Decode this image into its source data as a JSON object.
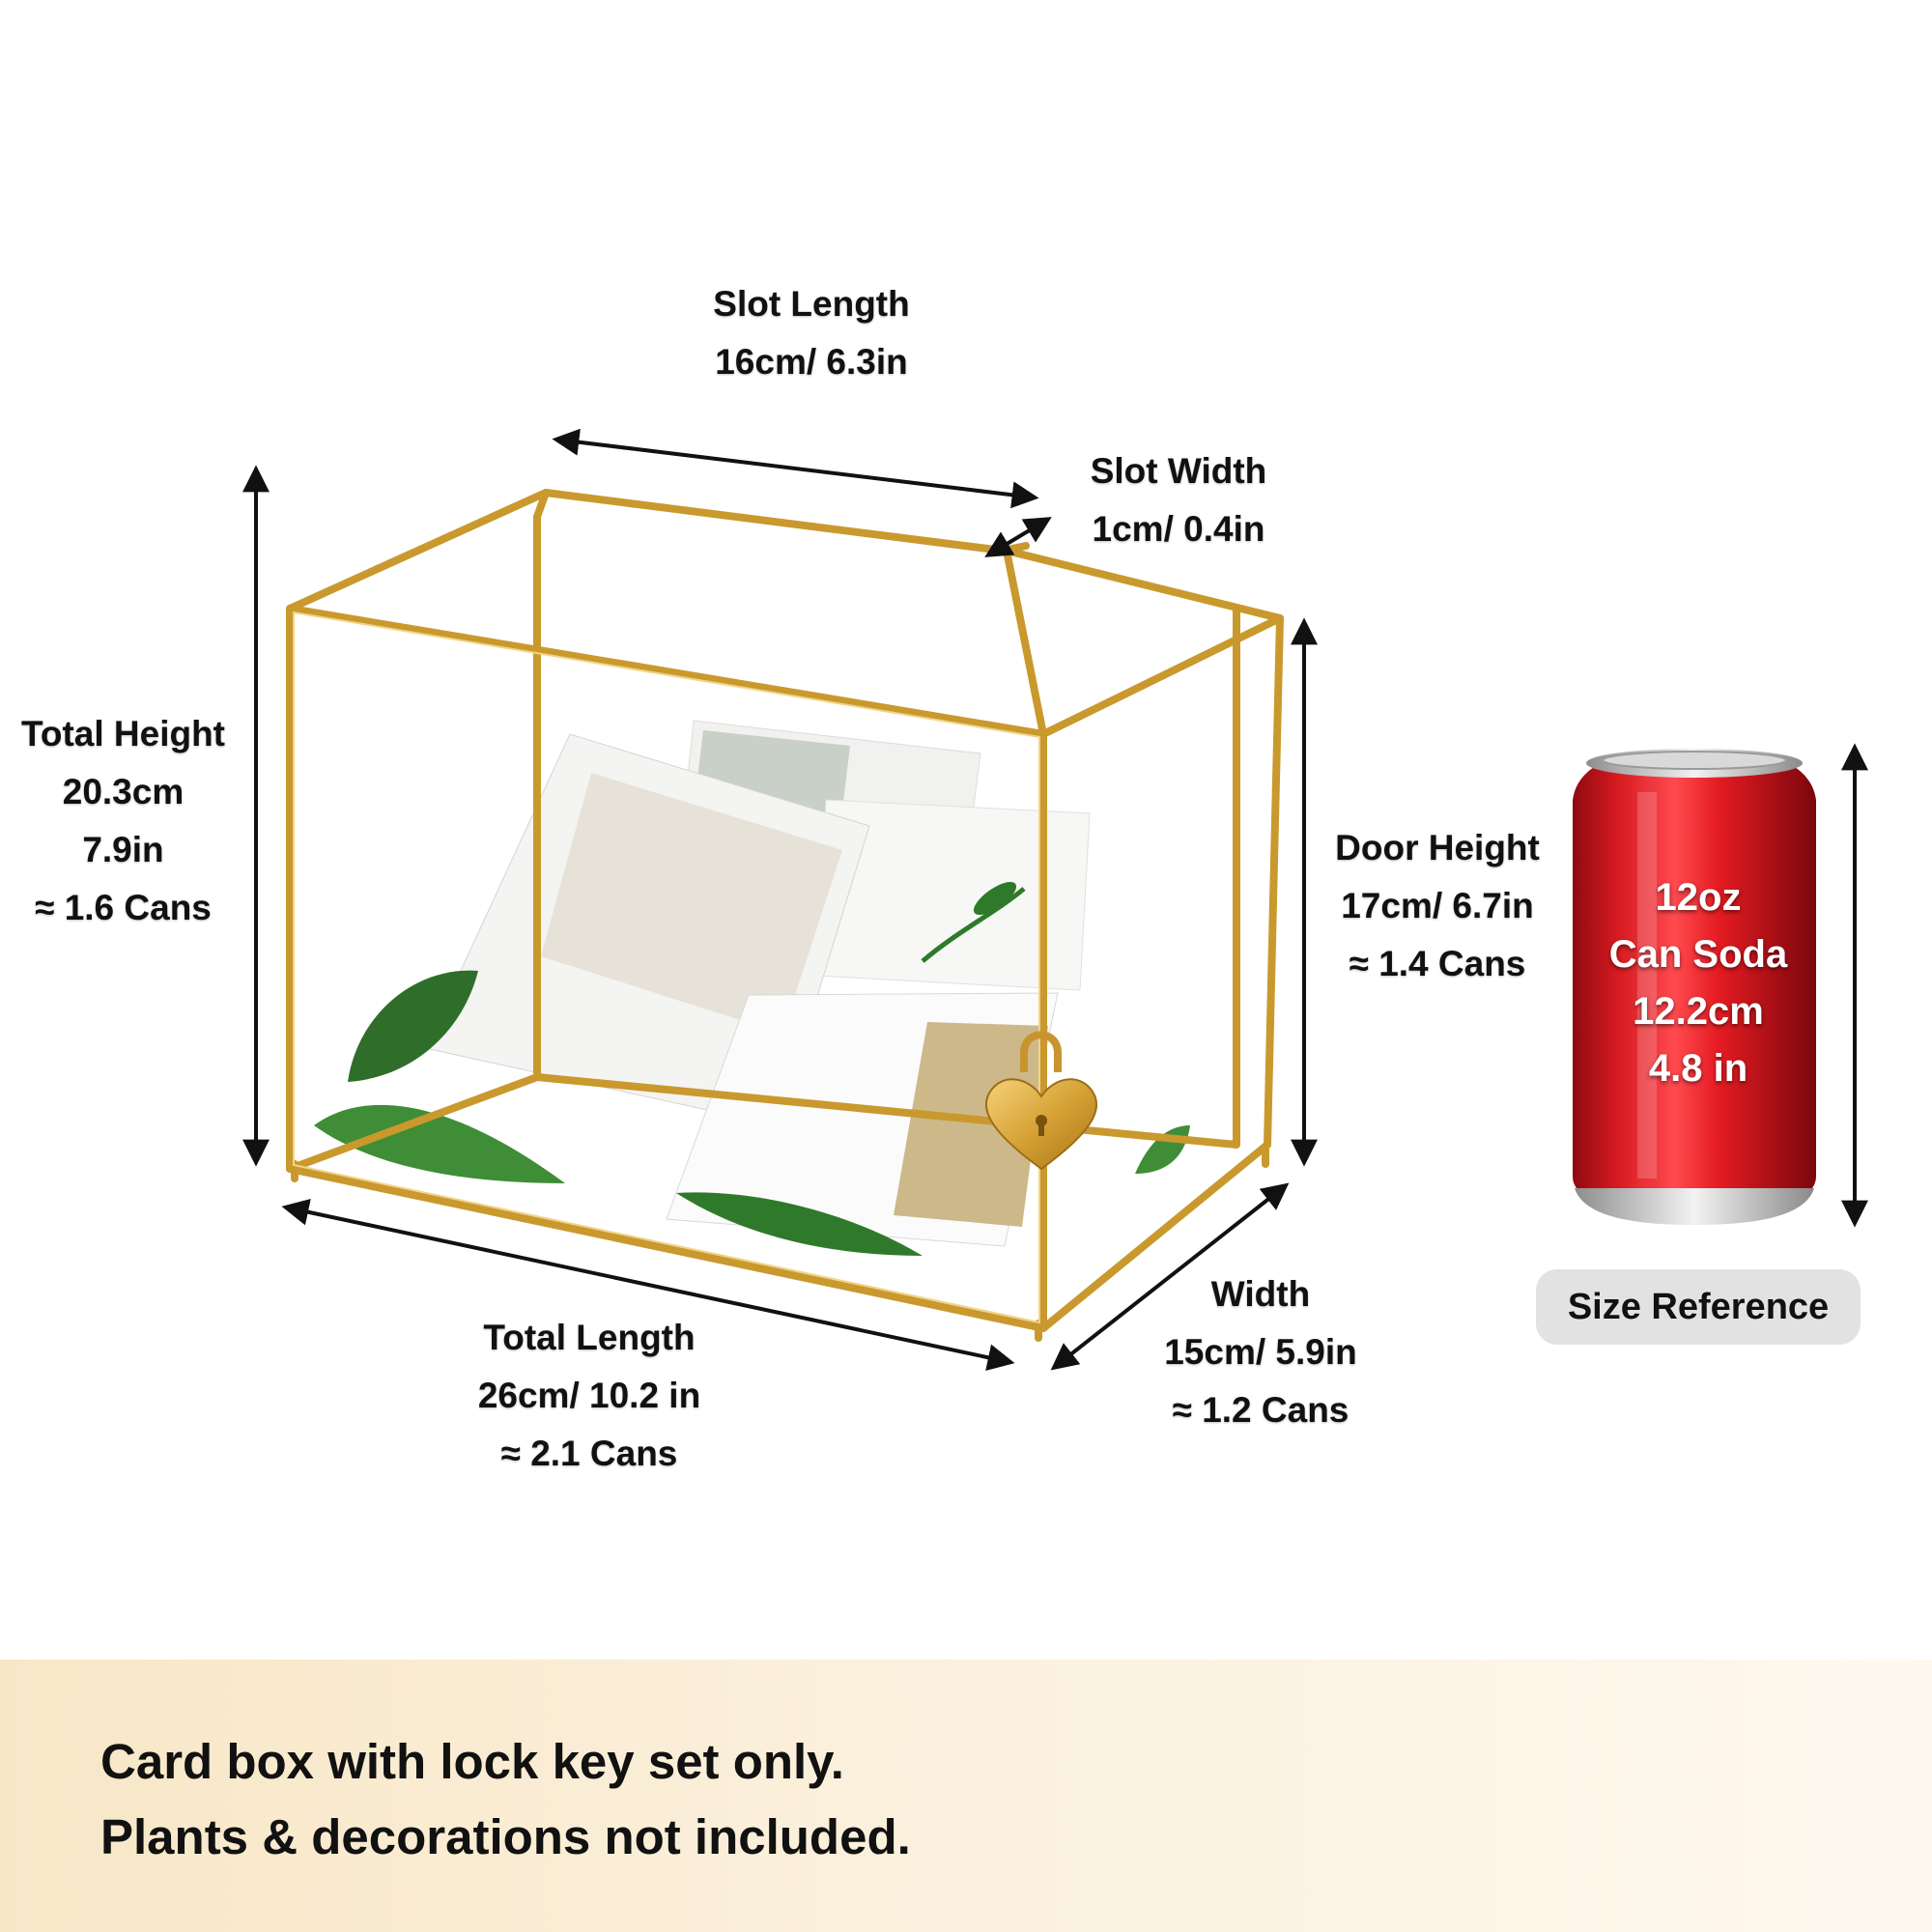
{
  "labels": {
    "slot_length": {
      "title": "Slot Length",
      "value": "16cm/ 6.3in"
    },
    "slot_width": {
      "title": "Slot Width",
      "value": "1cm/ 0.4in"
    },
    "total_height": {
      "title": "Total Height",
      "metric": "20.3cm",
      "imperial": "7.9in",
      "cans": "≈ 1.6 Cans"
    },
    "door_height": {
      "title": "Door Height",
      "value": "17cm/ 6.7in",
      "cans": "≈ 1.4 Cans"
    },
    "total_length": {
      "title": "Total Length",
      "value": "26cm/ 10.2 in",
      "cans": "≈ 2.1 Cans"
    },
    "width": {
      "title": "Width",
      "value": "15cm/ 5.9in",
      "cans": "≈ 1.2 Cans"
    }
  },
  "can": {
    "line1": "12oz",
    "line2": "Can Soda",
    "line3": "12.2cm",
    "line4": "4.8 in",
    "color": "#d9141b"
  },
  "size_reference": "Size Reference",
  "footer": {
    "line1": "Card box with lock key set only.",
    "line2": "Plants & decorations not included."
  },
  "colors": {
    "frame_gold": "#c9992e",
    "leaf_green": "#2f7a2a",
    "band_start": "#f8e7c7",
    "band_end": "#fef8ef"
  }
}
